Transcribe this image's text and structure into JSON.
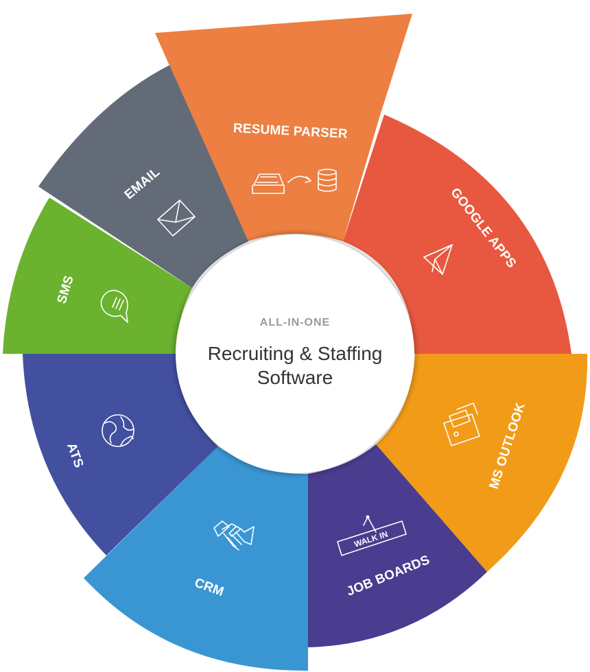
{
  "center": {
    "caption": "ALL-IN-ONE",
    "title_line1": "Recruiting & Staffing",
    "title_line2": "Software"
  },
  "segments": [
    {
      "key": "resume",
      "label": "RESUME PARSER",
      "color": "#ec7f41",
      "icon": "resume-parser-icon"
    },
    {
      "key": "google",
      "label": "GOOGLE APPS",
      "color": "#e85840",
      "icon": "google-apps-icon"
    },
    {
      "key": "outlook",
      "label": "MS OUTLOOK",
      "color": "#f29b18",
      "icon": "ms-outlook-icon"
    },
    {
      "key": "jobboards",
      "label": "JOB BOARDS",
      "color": "#4a3c8e",
      "icon": "walk-in-sign-icon",
      "icon_text": "WALK IN"
    },
    {
      "key": "crm",
      "label": "CRM",
      "color": "#3a96d3",
      "icon": "handshake-icon"
    },
    {
      "key": "ats",
      "label": "ATS",
      "color": "#4350a0",
      "icon": "globe-icon"
    },
    {
      "key": "sms",
      "label": "SMS",
      "color": "#6bb22f",
      "icon": "chat-bubble-icon"
    },
    {
      "key": "email",
      "label": "EMAIL",
      "color": "#636b78",
      "icon": "envelope-icon"
    }
  ]
}
